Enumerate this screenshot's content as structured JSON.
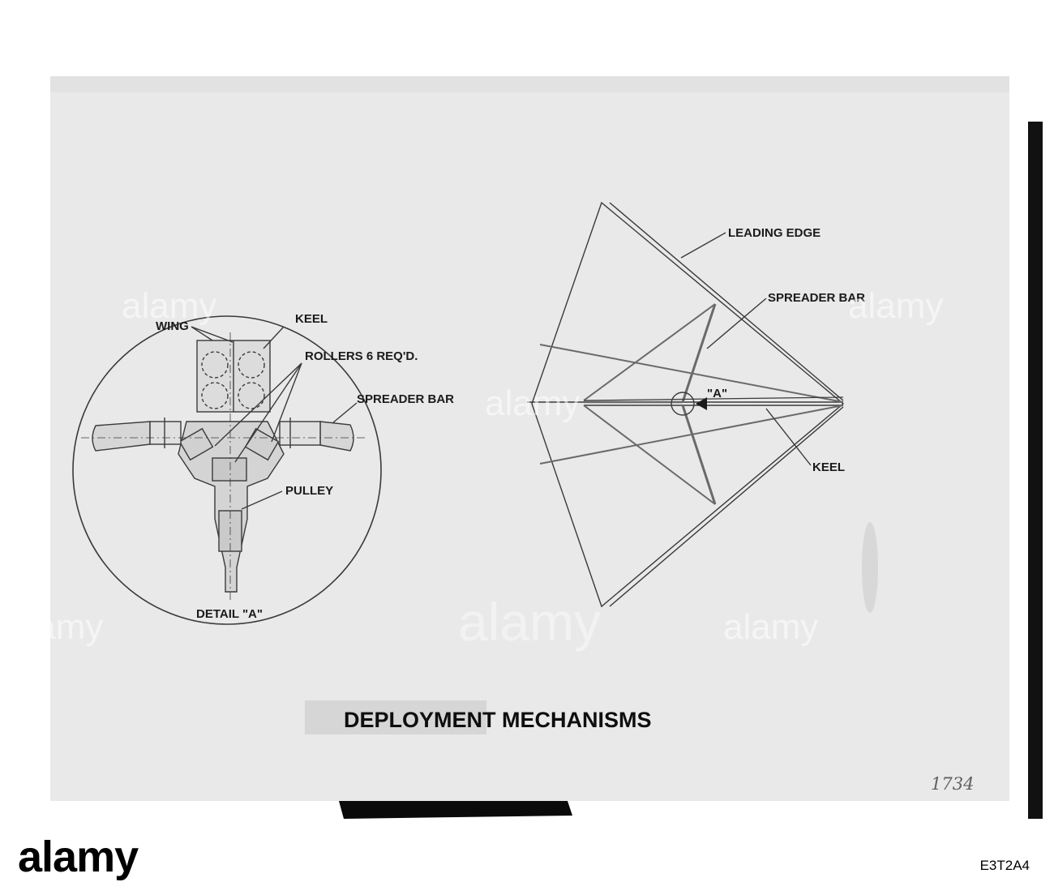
{
  "title": "DEPLOYMENT MECHANISMS",
  "handwritten_number": "1734",
  "detail": {
    "caption": "DETAIL \"A\"",
    "labels": {
      "wing": "WING",
      "keel": "KEEL",
      "rollers": "ROLLERS 6 REQ'D.",
      "spreader_bar": "SPREADER BAR",
      "pulley": "PULLEY"
    }
  },
  "planform": {
    "labels": {
      "leading_edge": "LEADING EDGE",
      "spreader_bar": "SPREADER BAR",
      "keel": "KEEL",
      "detail_callout": "\"A\""
    }
  },
  "watermark": "alamy",
  "footer": {
    "brand": "alamy",
    "image_id": "E3T2A4"
  }
}
